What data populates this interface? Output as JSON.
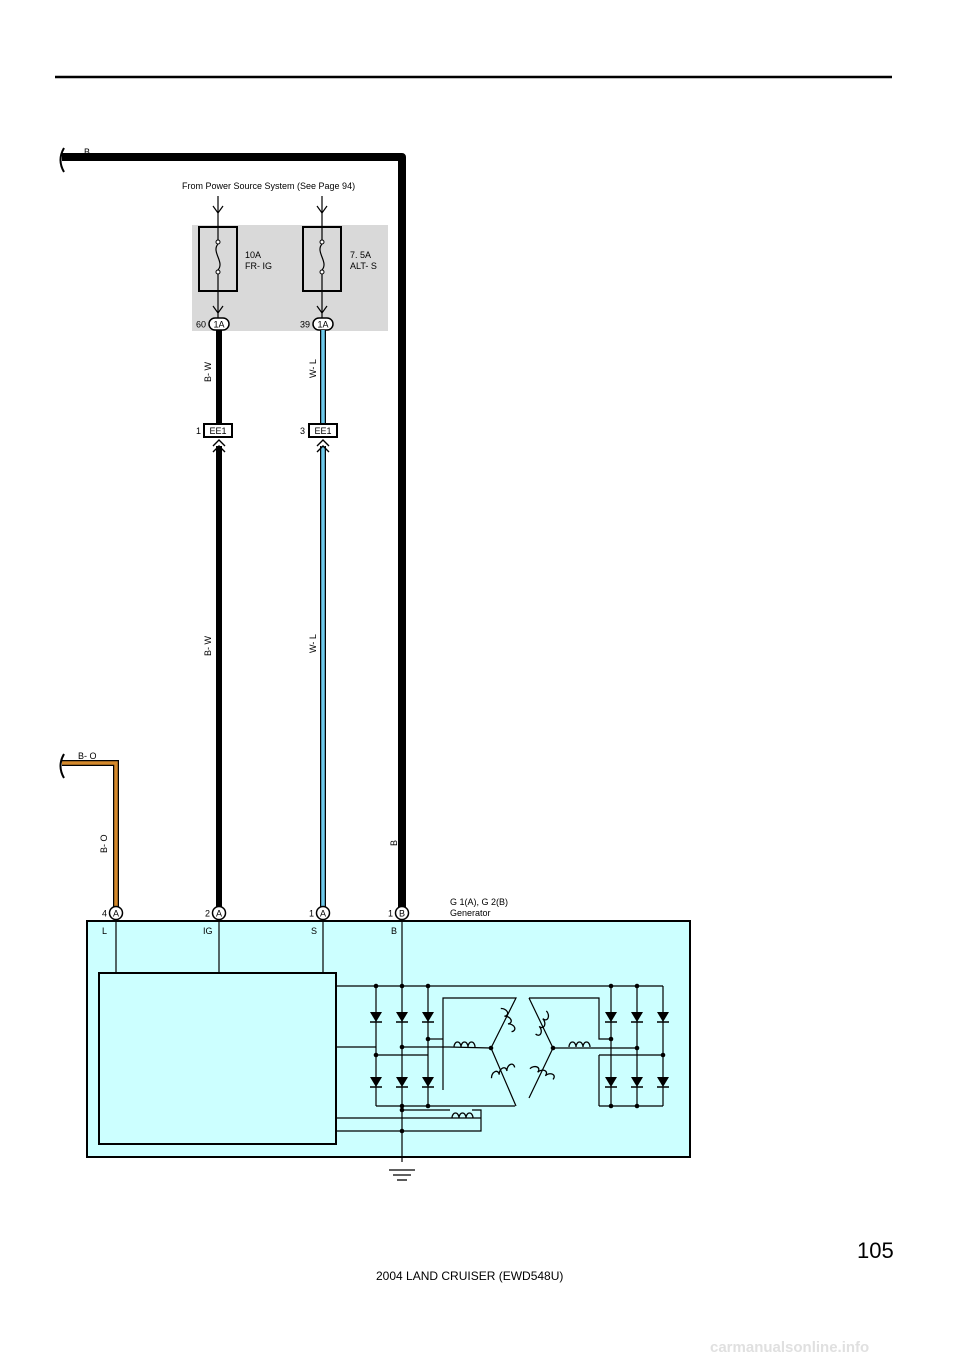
{
  "header": {
    "page_number": "105"
  },
  "footer": {
    "title": "2004 LAND CRUISER (EWD548U)",
    "watermark": "carmanualsonline.info"
  },
  "source": {
    "label": "From Power Source System (See Page 94)"
  },
  "fuses": [
    {
      "amp": "10A",
      "name": "FR- IG",
      "pin": "60",
      "connector": "1A"
    },
    {
      "amp": "7. 5A",
      "name": "ALT- S",
      "pin": "39",
      "connector": "1A"
    }
  ],
  "junctions": [
    {
      "pin": "1",
      "connector": "EE1"
    },
    {
      "pin": "3",
      "connector": "EE1"
    }
  ],
  "wires": {
    "b_top": "B",
    "bw_upper": "B- W",
    "wl_upper": "W- L",
    "bw_lower": "B- W",
    "wl_lower": "W- L",
    "bo_top": "B- O",
    "bo_side": "B- O",
    "b_side": "B"
  },
  "generator": {
    "code": "G 1(A), G 2(B)",
    "name": "Generator",
    "pins": [
      {
        "pin": "4",
        "connector": "A",
        "terminal": "L"
      },
      {
        "pin": "2",
        "connector": "A",
        "terminal": "IG"
      },
      {
        "pin": "1",
        "connector": "A",
        "terminal": "S"
      },
      {
        "pin": "1",
        "connector": "B",
        "terminal": "B"
      }
    ]
  },
  "colors": {
    "wire_bo": "#d4892c",
    "wire_wl": "#6cc8ea",
    "fuse_panel": "#d9d9d9",
    "generator_fill": "#ccffff"
  },
  "icons": [
    "fuse-icon",
    "ground-icon",
    "diode-icon",
    "coil-icon",
    "arrow-icon"
  ]
}
